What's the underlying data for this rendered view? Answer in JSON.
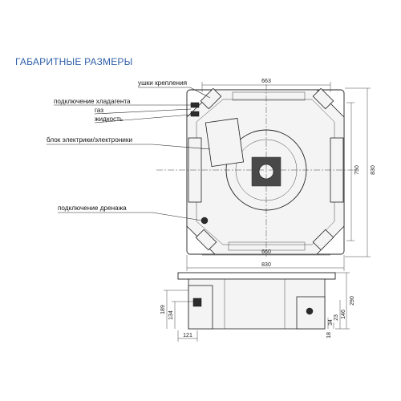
{
  "title": "ГАБАРИТНЫЕ РАЗМЕРЫ",
  "title_color": "#2f5fa8",
  "callouts": {
    "mounting_lugs": "ушки крепления",
    "refrigerant": "подключение хладагента",
    "gas": "газ",
    "liquid": "жидкость",
    "electrics": "блок электрики/электроники",
    "drainage": "подключение дренажа"
  },
  "dimensions": {
    "top_width": "663",
    "right_outer": "830",
    "right_inner": "750",
    "bottom_inner": "660",
    "bottom_outer": "830",
    "side_height": "290",
    "side_146": "146",
    "side_18": "18",
    "side_34": "34",
    "side_23": "23",
    "left_189": "189",
    "left_134": "134",
    "bottom_121": "121"
  }
}
